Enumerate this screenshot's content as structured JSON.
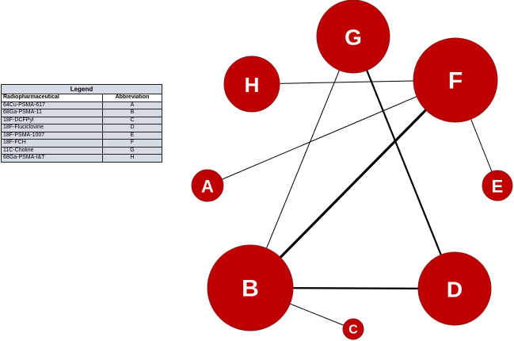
{
  "legend": {
    "title": "Legend",
    "headers": [
      "Radiopharmaceutical",
      "Abbreviation"
    ],
    "rows": [
      {
        "name": "64Cu-PSMA-617",
        "abbr": "A"
      },
      {
        "name": "68Ga-PSMA-11",
        "abbr": "B"
      },
      {
        "name": "18F-DCFPyl",
        "abbr": "C"
      },
      {
        "name": "18F-Fluciclovine",
        "abbr": "D"
      },
      {
        "name": "18F-PSMA-1007",
        "abbr": "E"
      },
      {
        "name": "18F-FCH",
        "abbr": "F"
      },
      {
        "name": "11C-Choline",
        "abbr": "G"
      },
      {
        "name": "68Ga-PSMA-I&T",
        "abbr": "H"
      }
    ]
  },
  "network": {
    "node_color": "#c00000",
    "node_stroke": "#8b1a1a",
    "nodes": [
      {
        "id": "A",
        "label": "A"
      },
      {
        "id": "B",
        "label": "B"
      },
      {
        "id": "C",
        "label": "C"
      },
      {
        "id": "D",
        "label": "D"
      },
      {
        "id": "E",
        "label": "E"
      },
      {
        "id": "F",
        "label": "F"
      },
      {
        "id": "G",
        "label": "G"
      },
      {
        "id": "H",
        "label": "H"
      }
    ],
    "edges": [
      {
        "from": "A",
        "to": "F",
        "weight": 1
      },
      {
        "from": "H",
        "to": "F",
        "weight": 1
      },
      {
        "from": "G",
        "to": "B",
        "weight": 1
      },
      {
        "from": "G",
        "to": "D",
        "weight": 2
      },
      {
        "from": "F",
        "to": "B",
        "weight": 3
      },
      {
        "from": "F",
        "to": "E",
        "weight": 1
      },
      {
        "from": "B",
        "to": "D",
        "weight": 2
      },
      {
        "from": "B",
        "to": "C",
        "weight": 1
      }
    ]
  }
}
